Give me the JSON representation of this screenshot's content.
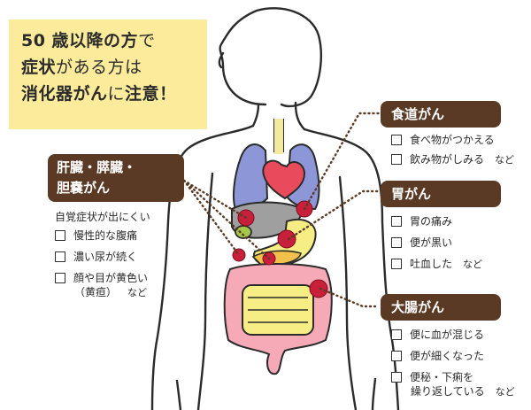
{
  "headline": {
    "line1_bold": "50 歳以降の方",
    "line1_thin": "で",
    "line2_bold": "症状",
    "line2_thin": "がある方は",
    "line3_bold": "消化器がん",
    "line3_thin": "に",
    "line3_bold2": "注意！"
  },
  "liver": {
    "title_line1": "肝臓・膵臓・",
    "title_line2": "胆嚢がん",
    "note": "自覚症状が出にくい",
    "items": [
      "慢性的な腹痛",
      "濃い尿が続く",
      "顔や目が黄色い"
    ],
    "item3_cont": "（黄疸）",
    "nado": "など"
  },
  "esophagus": {
    "title": "食道がん",
    "items": [
      "食べ物がつかえる",
      "飲み物がしみる"
    ],
    "nado": "など"
  },
  "stomach": {
    "title": "胃がん",
    "items": [
      "胃の痛み",
      "便が黒い",
      "吐血した"
    ],
    "nado": "など"
  },
  "colon": {
    "title": "大腸がん",
    "items": [
      "便に血が混じる",
      "便が細くなった",
      "便秘・下痢を"
    ],
    "item3_cont": "繰り返している",
    "nado": "など"
  },
  "colors": {
    "label_bg": "#5a3a24",
    "headline_bg": "#fbeb9a",
    "tumor": "#c8203a",
    "lung": "#8d97d8",
    "heart": "#ea4b5c",
    "stomach": "#f6ee84",
    "intestine": "#f6a9b6",
    "liver": "#9f9fa0"
  }
}
